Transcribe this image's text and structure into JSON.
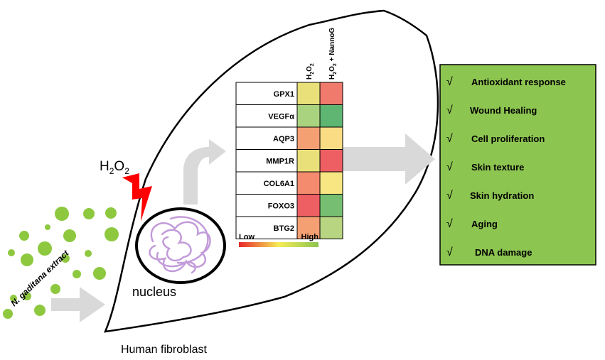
{
  "extract_label": "N. gaditana extract",
  "h2o2_label": {
    "main": "H",
    "sub1": "2",
    "mid": "O",
    "sub2": "2"
  },
  "nucleus_label": "nucleus",
  "cell_label": "Human fibroblast",
  "heatmap": {
    "columns": [
      {
        "main": "H",
        "sub1": "2",
        "mid": "O",
        "sub2": "2",
        "suffix": ""
      },
      {
        "main": "H",
        "sub1": "2",
        "mid": "O",
        "sub2": "2",
        "suffix": " + NannoG"
      }
    ],
    "rows": [
      "GPX1",
      "VEGFα",
      "AQP3",
      "MMP1R",
      "COL6A1",
      "FOXO3",
      "BTG2"
    ],
    "cells": [
      [
        "#eae07a",
        "#f07a6c"
      ],
      [
        "#a9d37f",
        "#5fb572"
      ],
      [
        "#f5a072",
        "#fadc84"
      ],
      [
        "#eae07a",
        "#ee5f63"
      ],
      [
        "#f48b6e",
        "#f7e682"
      ],
      [
        "#ee5f63",
        "#76bf72"
      ],
      [
        "#f5a072",
        "#b8d582"
      ]
    ],
    "scale_low": "Low",
    "scale_high": "High",
    "scale_colors": [
      "#e8262a",
      "#f5ec57",
      "#8dc551"
    ]
  },
  "outcomes": {
    "check_symbol": "√",
    "items": [
      "Antioxidant response",
      "Wound Healing",
      "Cell proliferation",
      "Skin texture",
      "Skin hydration",
      "Aging",
      "DNA damage"
    ],
    "fill": "#8dc551"
  },
  "colors": {
    "droplet": "#8dc83e",
    "arrow": "#d9d9d9",
    "bolt": "#ff0000",
    "dna": "#c29bd9"
  }
}
